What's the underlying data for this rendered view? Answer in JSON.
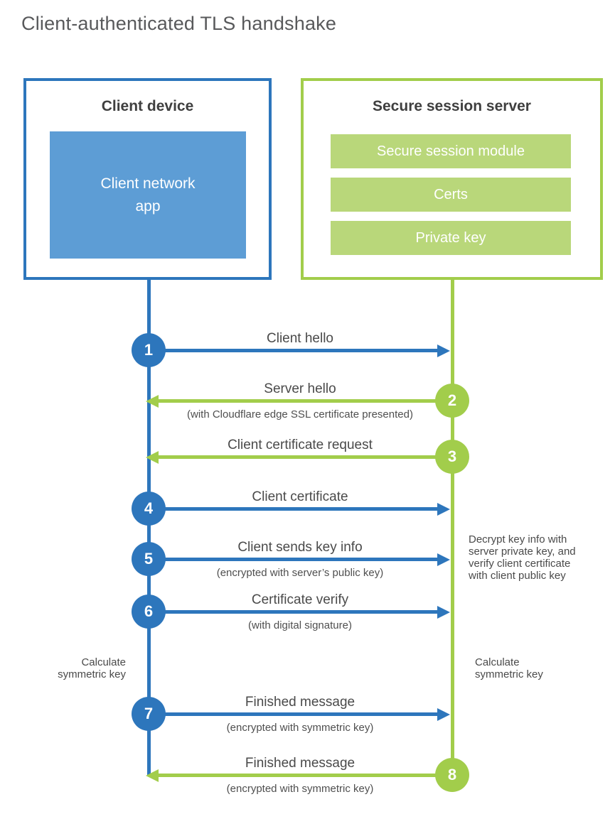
{
  "title": "Client-authenticated TLS handshake",
  "colors": {
    "blue": "#2d76bc",
    "blue_light": "#5d9dd5",
    "green": "#a2cd4b",
    "green_light": "#b9d77a",
    "heading_text": "#3f3f3f",
    "label_text": "#4a4a4a",
    "title_text": "#58595b"
  },
  "client_box": {
    "heading": "Client device",
    "module": "Client network\napp"
  },
  "server_box": {
    "heading": "Secure session server",
    "modules": [
      "Secure session module",
      "Certs",
      "Private key"
    ]
  },
  "steps": [
    {
      "num": "1",
      "from": "client",
      "label": "Client hello",
      "caption": ""
    },
    {
      "num": "2",
      "from": "server",
      "label": "Server hello",
      "caption": "(with Cloudflare edge SSL certificate presented)"
    },
    {
      "num": "3",
      "from": "server",
      "label": "Client certificate request",
      "caption": ""
    },
    {
      "num": "4",
      "from": "client",
      "label": "Client certificate",
      "caption": ""
    },
    {
      "num": "5",
      "from": "client",
      "label": "Client sends key info",
      "caption": "(encrypted with server’s public key)"
    },
    {
      "num": "6",
      "from": "client",
      "label": "Certificate verify",
      "caption": "(with digital signature)"
    },
    {
      "num": "7",
      "from": "client",
      "label": "Finished message",
      "caption": "(encrypted with symmetric key)"
    },
    {
      "num": "8",
      "from": "server",
      "label": "Finished message",
      "caption": "(encrypted with symmetric key)"
    }
  ],
  "notes": {
    "decrypt": "Decrypt key info with\nserver private key, and\nverify client certificate\nwith client public key",
    "calc_left": "Calculate\nsymmetric key",
    "calc_right": "Calculate\nsymmetric key"
  }
}
